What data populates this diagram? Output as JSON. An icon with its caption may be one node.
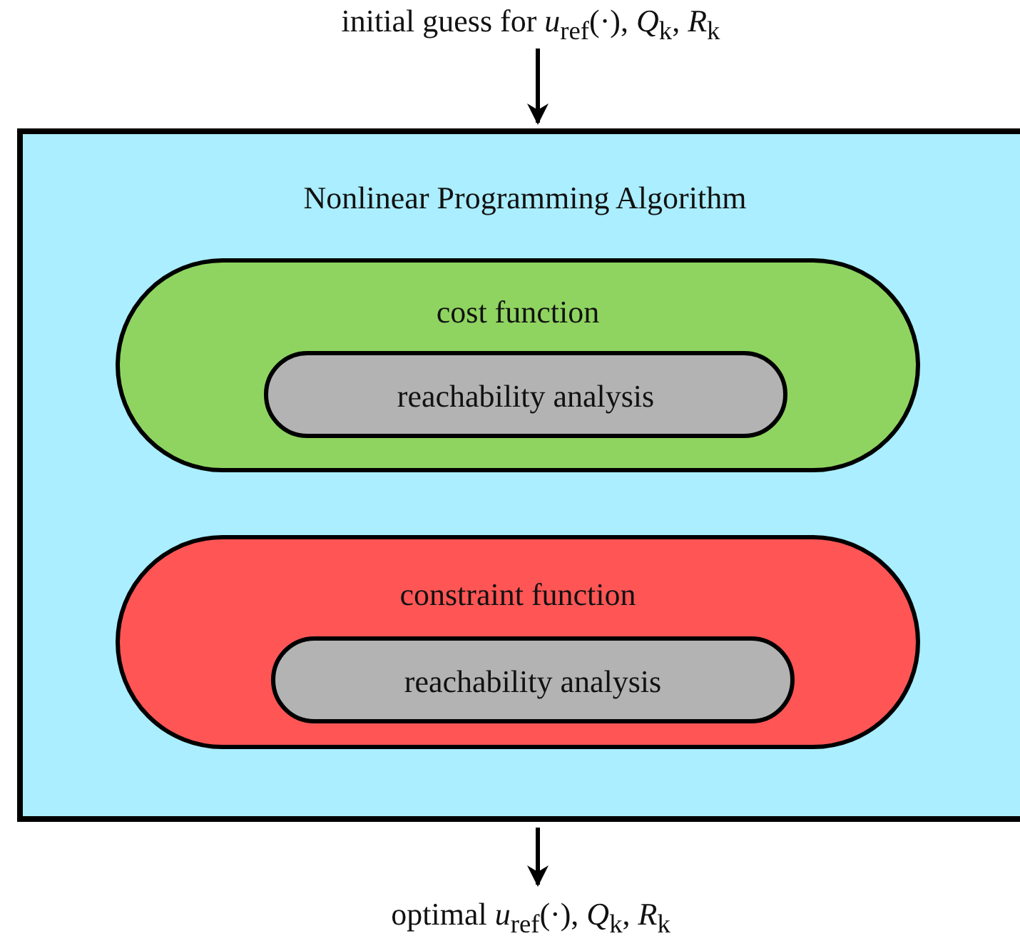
{
  "diagram": {
    "nodes": [
      {
        "text": [
          "initial guess for *u*$_{ref}$(·), *Q*$_{k}$, *R*$_{k}$"
        ]
      },
      {
        "text": [
          "Nonlinear Programming Algorithm"
        ]
      },
      {
        "text": [
          "cost function"
        ],
        "in": 1
      },
      {
        "text": [
          "reachability analysis"
        ],
        "in": 2
      },
      {
        "text": [
          "constraint function"
        ],
        "in": 1
      },
      {
        "text": [
          "reachability analysis"
        ],
        "in": 4
      },
      {
        "text": [
          "optimal *u*$_{ref}$(·), *Q*$_{k}$, *R*$_{k}$"
        ]
      }
    ],
    "edges": [
      {
        "from": 0,
        "to": 1,
        "arrow": "to"
      },
      {
        "from": 1,
        "to": 6,
        "arrow": "to"
      }
    ]
  }
}
